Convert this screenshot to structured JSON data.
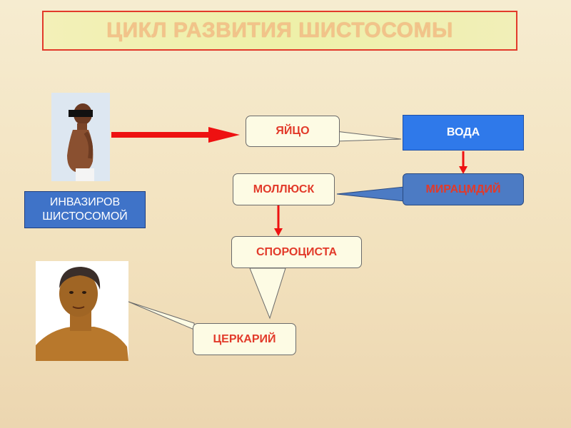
{
  "title": "ЦИКЛ РАЗВИТИЯ  ШИСТОСОМЫ",
  "host": {
    "line1": "ИНВАЗИРОВ",
    "line2": "ШИСТОСОМОЙ"
  },
  "nodes": {
    "egg": "ЯЙЦО",
    "water": "ВОДА",
    "miracidium": "МИРАЦМДИЙ",
    "mollusk": "МОЛЛЮСК",
    "sporocyst": "СПОРОЦИСТА",
    "cercaria": "ЦЕРКАРИЙ"
  },
  "colors": {
    "arrow": "#ee1111",
    "node_text": "#e23a2a",
    "water_box": "#2f79ea",
    "miracidium_box": "#4c7bc4",
    "host_box": "#3f73c8"
  },
  "icons": {
    "photo_child": "infected-child-photo",
    "photo_man": "man-portrait-illustration"
  }
}
